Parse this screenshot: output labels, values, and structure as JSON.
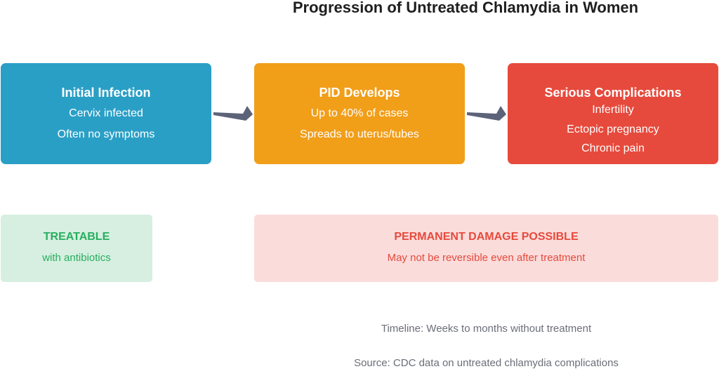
{
  "title": "Progression of Untreated Chlamydia in Women",
  "stages": [
    {
      "title": "Initial Infection",
      "lines": [
        "Cervix infected",
        "Often no symptoms"
      ],
      "color": "#2a9fc6"
    },
    {
      "title": "PID Develops",
      "lines": [
        "Up to 40% of cases",
        "Spreads to uterus/tubes"
      ],
      "color": "#f19e19"
    },
    {
      "title": "Serious Complications",
      "lines": [
        "Infertility",
        "Ectopic pregnancy",
        "Chronic pain"
      ],
      "color": "#e64a3c"
    }
  ],
  "arrow_color": "#5c6379",
  "notes": {
    "treatable": {
      "title": "TREATABLE",
      "subtitle": "with antibiotics",
      "text_color": "#27ae60",
      "background": "#d6efe0"
    },
    "damage": {
      "title": "PERMANENT DAMAGE POSSIBLE",
      "subtitle": "May not be reversible even after treatment",
      "text_color": "#e64a3c",
      "background": "#fadcdb"
    }
  },
  "footer": {
    "timeline": "Timeline: Weeks to months without treatment",
    "source": "Source: CDC data on untreated chlamydia complications"
  }
}
